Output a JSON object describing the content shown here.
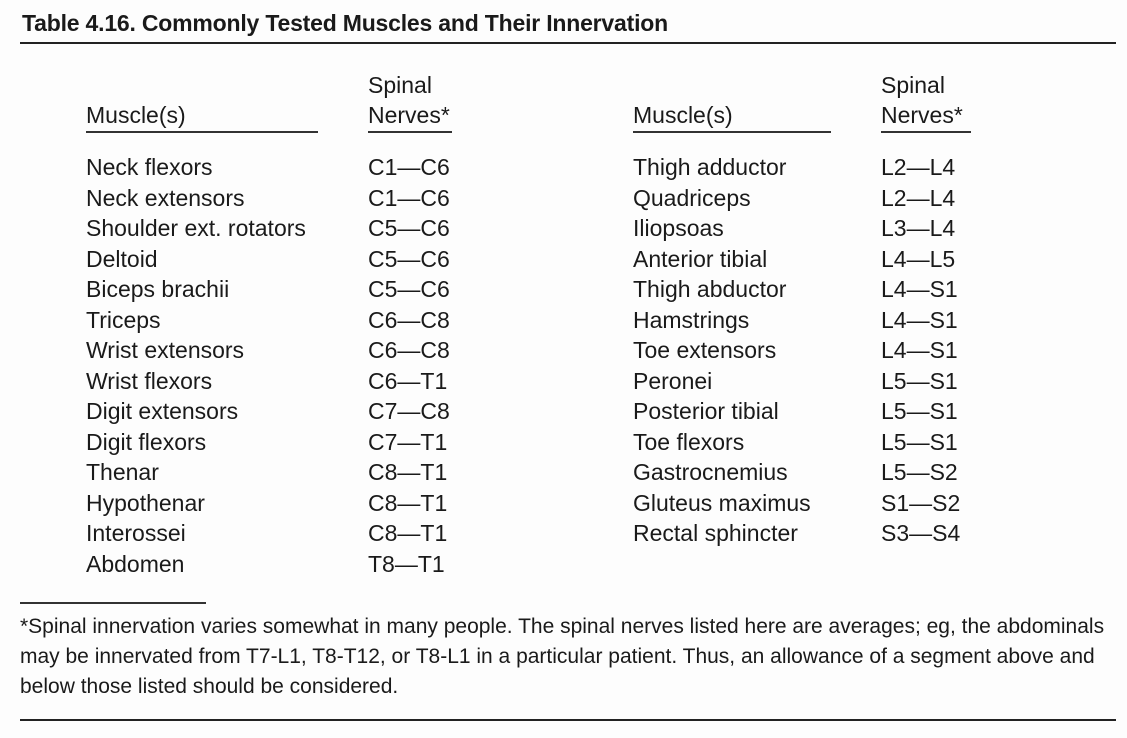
{
  "title": "Table 4.16. Commonly Tested Muscles and Their Innervation",
  "headers": {
    "muscle": "Muscle(s)",
    "nerves_line1": "Spinal",
    "nerves_line2": "Nerves*"
  },
  "left_table": [
    {
      "muscle": "Neck flexors",
      "nerves": "C1—C6"
    },
    {
      "muscle": "Neck extensors",
      "nerves": "C1—C6"
    },
    {
      "muscle": "Shoulder ext. rotators",
      "nerves": "C5—C6"
    },
    {
      "muscle": "Deltoid",
      "nerves": "C5—C6"
    },
    {
      "muscle": "Biceps brachii",
      "nerves": "C5—C6"
    },
    {
      "muscle": "Triceps",
      "nerves": "C6—C8"
    },
    {
      "muscle": "Wrist extensors",
      "nerves": "C6—C8"
    },
    {
      "muscle": "Wrist flexors",
      "nerves": "C6—T1"
    },
    {
      "muscle": "Digit extensors",
      "nerves": "C7—C8"
    },
    {
      "muscle": "Digit flexors",
      "nerves": "C7—T1"
    },
    {
      "muscle": "Thenar",
      "nerves": "C8—T1"
    },
    {
      "muscle": "Hypothenar",
      "nerves": "C8—T1"
    },
    {
      "muscle": "Interossei",
      "nerves": "C8—T1"
    },
    {
      "muscle": "Abdomen",
      "nerves": "T8—T1"
    }
  ],
  "right_table": [
    {
      "muscle": "Thigh adductor",
      "nerves": "L2—L4"
    },
    {
      "muscle": "Quadriceps",
      "nerves": "L2—L4"
    },
    {
      "muscle": "Iliopsoas",
      "nerves": "L3—L4"
    },
    {
      "muscle": "Anterior tibial",
      "nerves": "L4—L5"
    },
    {
      "muscle": "Thigh abductor",
      "nerves": "L4—S1"
    },
    {
      "muscle": "Hamstrings",
      "nerves": "L4—S1"
    },
    {
      "muscle": "Toe extensors",
      "nerves": "L4—S1"
    },
    {
      "muscle": "Peronei",
      "nerves": "L5—S1"
    },
    {
      "muscle": "Posterior tibial",
      "nerves": "L5—S1"
    },
    {
      "muscle": "Toe flexors",
      "nerves": "L5—S1"
    },
    {
      "muscle": "Gastrocnemius",
      "nerves": "L5—S2"
    },
    {
      "muscle": "Gluteus maximus",
      "nerves": "S1—S2"
    },
    {
      "muscle": "Rectal sphincter",
      "nerves": "S3—S4"
    }
  ],
  "footnote": "*Spinal innervation varies somewhat in many people. The spinal nerves listed here are averages; eg, the abdominals may be innervated from T7-L1, T8-T12, or T8-L1 in a particular patient. Thus, an allowance of a segment above and below those listed should be considered."
}
